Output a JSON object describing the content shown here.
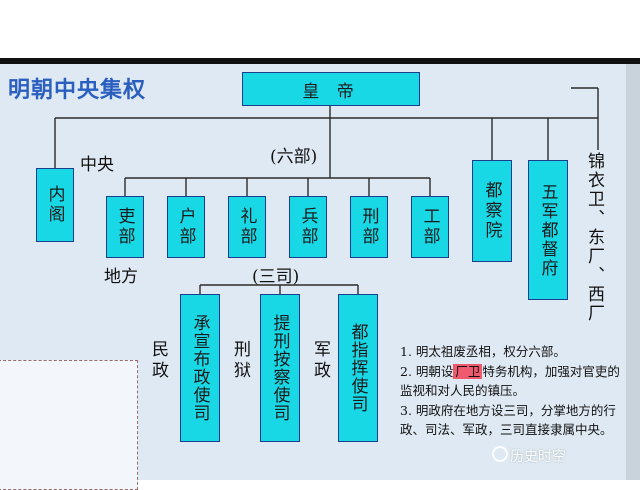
{
  "title": "明朝中央集权",
  "emperor": "皇 帝",
  "labels": {
    "central": "中央",
    "six_ministries": "(六部)",
    "local": "地方",
    "three_offices": "(三司)",
    "civil": "民政",
    "criminal": "刑狱",
    "military": "军政",
    "jinyiwei": "锦衣卫、东厂、西厂"
  },
  "boxes": {
    "neige": "内阁",
    "ministries": [
      "吏部",
      "户部",
      "礼部",
      "兵部",
      "刑部",
      "工部"
    ],
    "duchayuan": "都察院",
    "wujun": "五军都督府",
    "sisi": [
      "承宣布政使司",
      "提刑按察使司",
      "都指挥使司"
    ]
  },
  "notes": {
    "line1": "1. 明太祖废丞相，权分六部。",
    "line2_a": "2. 明朝设",
    "line2_hl": "厂卫",
    "line2_b": "特务机构，加强对官吏的监视和对人民的镇压。",
    "line3": "3. 明政府在地方设三司，分掌地方的行政、司法、军政，三司直接隶属中央。"
  },
  "watermark": "历史时空",
  "colors": {
    "box_fill": "#19d8e6",
    "box_border": "#1b3d8a",
    "title": "#2a5fc0",
    "highlight": "#f05a6e",
    "background": "#dfe9f3"
  }
}
